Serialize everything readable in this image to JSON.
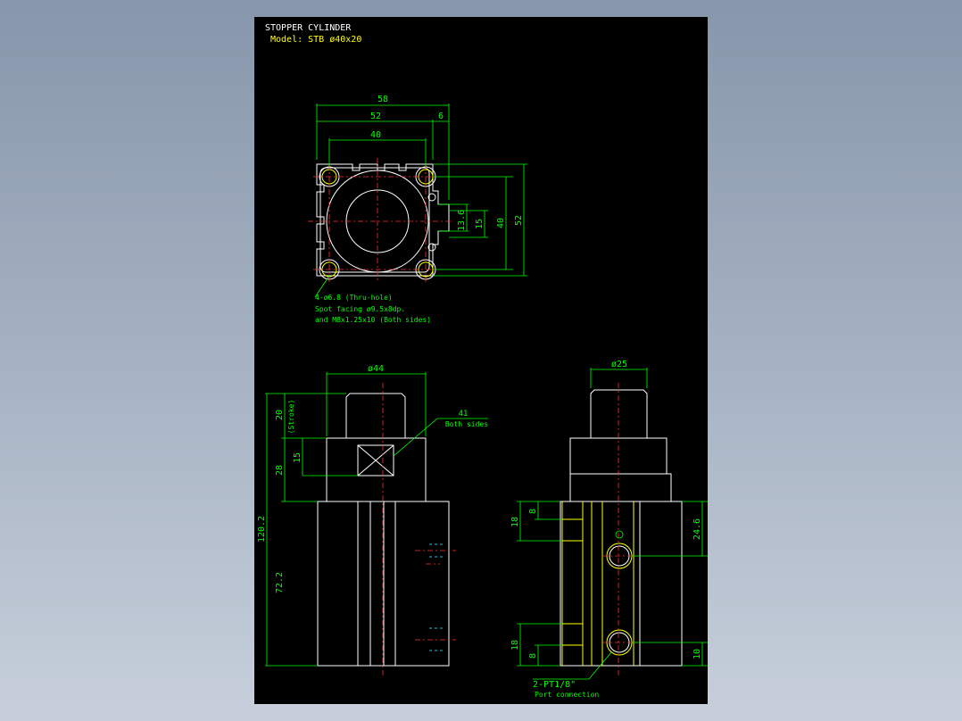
{
  "title_block": {
    "title": "STOPPER CYLINDER",
    "model": "Model: STB ø40x20"
  },
  "top_view": {
    "dim_58": "58",
    "dim_52_width": "52",
    "dim_6": "6",
    "dim_40_width": "40",
    "dim_13_6": "13.6",
    "dim_15": "15",
    "dim_40_height": "40",
    "dim_52_height": "52",
    "note_line1": "4-ø6.8 (Thru-hole)",
    "note_line2": "Spot facing ø9.5x8dp.",
    "note_line3": "and M8x1.25x10 (Both sides)"
  },
  "front_view": {
    "dim_44": "ø44",
    "dim_20": "20",
    "stroke": "(Stroke)",
    "dim_28": "28",
    "dim_15": "15",
    "dim_120_2": "120.2",
    "dim_72_2": "72.2",
    "dim_41": "41",
    "both_sides": "Both sides"
  },
  "side_view": {
    "dim_25": "ø25",
    "dim_18_top": "18",
    "dim_8_top": "8",
    "dim_24_6": "24.6",
    "dim_18_bottom": "18",
    "dim_8_bottom": "8",
    "dim_10": "10",
    "port_label": "2-PT1/8\"",
    "port_note": "Port connection"
  },
  "colors": {
    "background": "#000000",
    "outline": "#ffffff",
    "dimension": "#00ff00",
    "centerline": "#ff3030",
    "highlight": "#ffff00",
    "hidden": "#00c8ff"
  }
}
